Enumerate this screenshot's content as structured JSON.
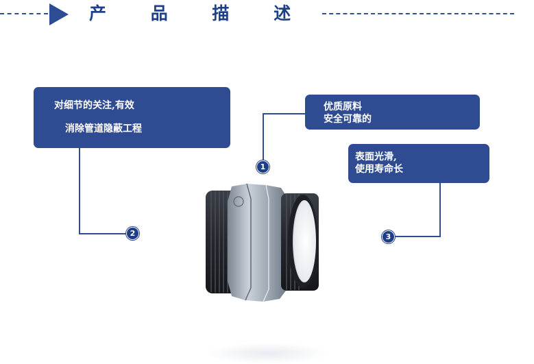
{
  "header": {
    "title": "产 品 描 述"
  },
  "callouts": [
    {
      "id": 1,
      "marker": "1",
      "lines": [
        "优质原料",
        "安全可靠的"
      ]
    },
    {
      "id": 2,
      "marker": "2",
      "lines": [
        "对细节的关注,有效",
        "消除管道隐蔽工程"
      ]
    },
    {
      "id": 3,
      "marker": "3",
      "lines": [
        "表面光滑,",
        "使用寿命长"
      ]
    }
  ],
  "colors": {
    "accent": "#2f4c93",
    "header_title": "#1e3f8a",
    "marker": "#1f3e88",
    "thread_dark": "#2a2d33",
    "galvanized": "#a9b2bd"
  },
  "product": {
    "icon": "pipe-hex-nipple-icon"
  }
}
